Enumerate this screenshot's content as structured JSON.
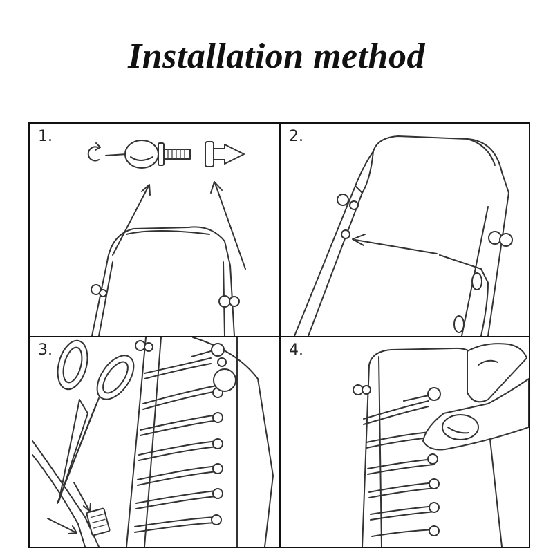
{
  "title": "Installation method",
  "steps": [
    {
      "number": "1."
    },
    {
      "number": "2."
    },
    {
      "number": "3."
    },
    {
      "number": "4."
    }
  ]
}
